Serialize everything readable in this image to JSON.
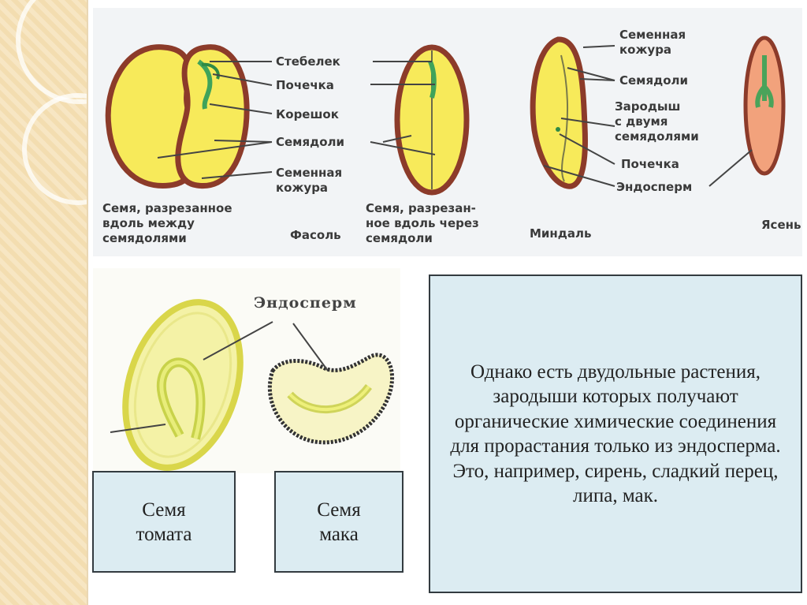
{
  "top_figure": {
    "labels": {
      "stem": "Стебелек",
      "bud": "Почечка",
      "root": "Корешок",
      "cotyledons": "Семядоли",
      "seed_coat": "Семенная\nкожура"
    },
    "captions": {
      "cut_between": "Семя, разрезанное\nвдоль между\nсемядолями",
      "bean": "Фасоль",
      "cut_through": "Семя, разрезан-\nное вдоль через\nсемядоли"
    }
  },
  "right_figure": {
    "labels": {
      "seed_coat": "Семенная\nкожура",
      "cotyledons": "Семядоли",
      "embryo": "Зародыш\nс двумя\nсемядолями",
      "bud": "Почечка",
      "endosperm": "Эндосперм"
    },
    "captions": {
      "almond": "Миндаль",
      "ash": "Ясень"
    }
  },
  "bottom_figure": {
    "endosperm_label": "Эндосперм"
  },
  "boxes": {
    "tomato": "Семя\nтомата",
    "poppy": "Семя\nмака",
    "main_text": "Однако есть двудольные растения, зародыши которых получают органические химические соединения для прорастания только из эндосперма. Это, например, сирень, сладкий перец, липа, мак."
  }
}
